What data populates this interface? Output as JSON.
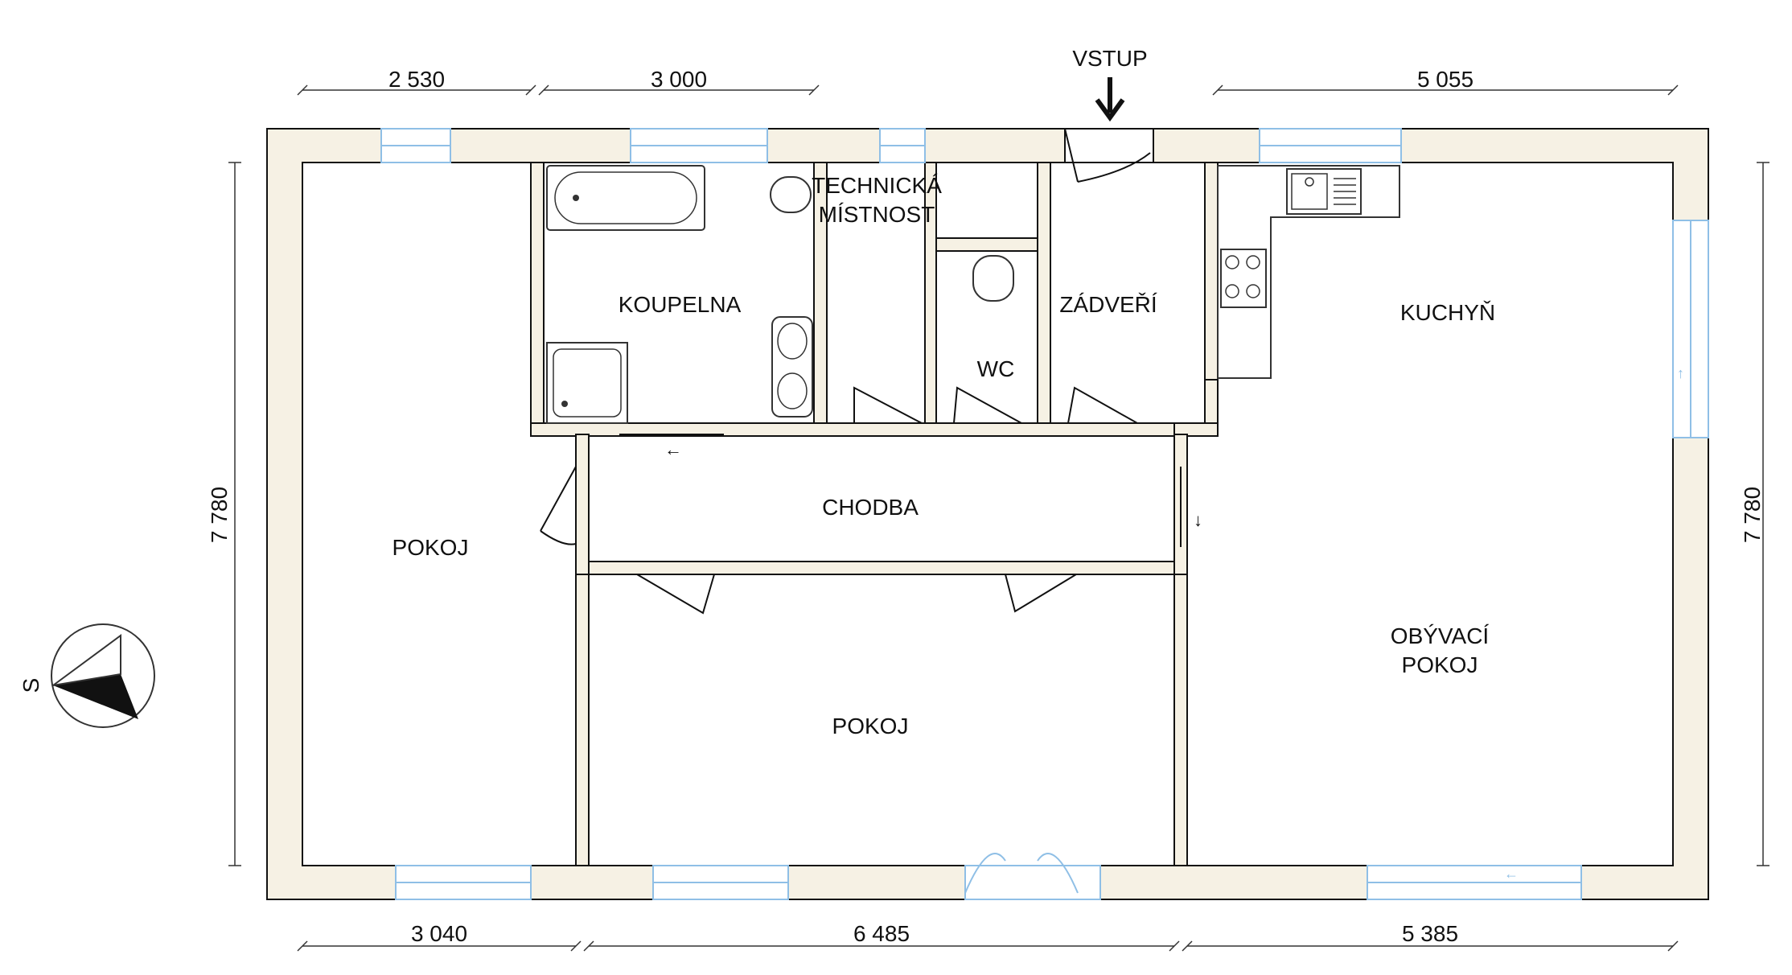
{
  "rooms": {
    "pokoj_left": "POKOJ",
    "koupelna": "KOUPELNA",
    "technicka_1": "TECHNICKÁ",
    "technicka_2": "MÍSTNOST",
    "wc": "WC",
    "zadveri": "ZÁDVEŘÍ",
    "kuchyn": "KUCHYŇ",
    "chodba": "CHODBA",
    "pokoj_center": "POKOJ",
    "obyvaci_1": "OBÝVACÍ",
    "obyvaci_2": "POKOJ"
  },
  "entrance_label": "VSTUP",
  "dimensions": {
    "top_left": "2 530",
    "top_middle": "3 000",
    "top_right": "5 055",
    "bottom_left": "3 040",
    "bottom_middle": "6 485",
    "bottom_right": "5 385",
    "left_height": "7 780",
    "right_height": "7 780"
  },
  "compass_label": "S",
  "colors": {
    "wall_fill": "#f6f1e4",
    "window": "#8fbfe6",
    "line": "#111111"
  }
}
